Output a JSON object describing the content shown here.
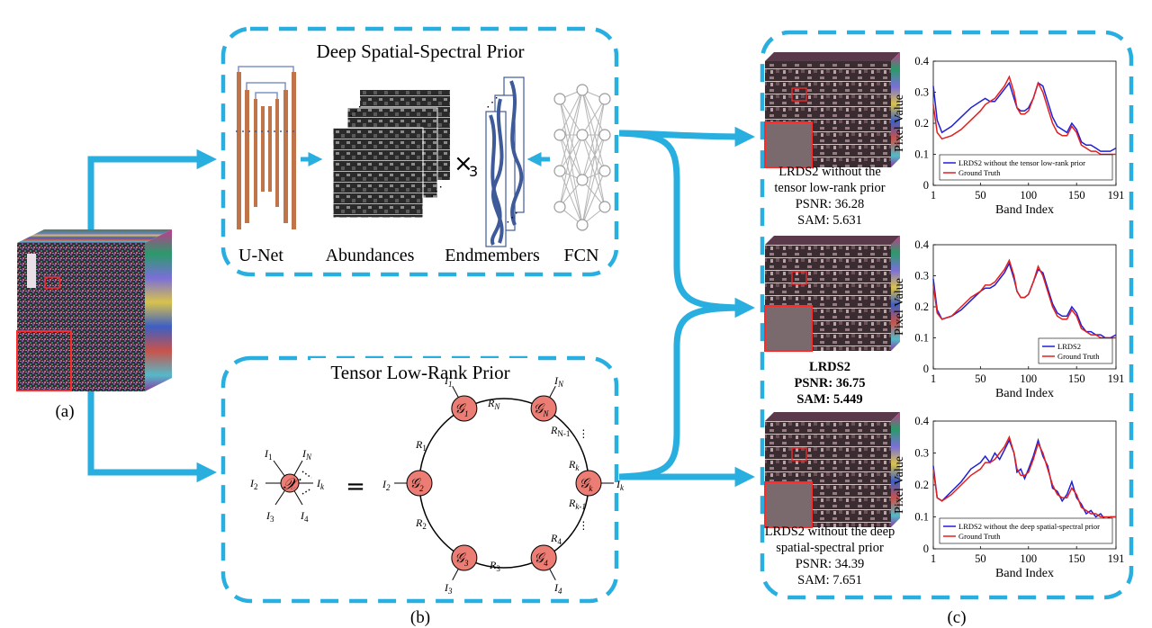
{
  "panel_labels": {
    "a": "(a)",
    "b": "(b)",
    "c": "(c)"
  },
  "top_panel": {
    "title": "Deep Spatial-Spectral Prior",
    "labels": {
      "unet": "U-Net",
      "abundances": "Abundances",
      "endmembers": "Endmembers",
      "fcn": "FCN"
    },
    "mode_product": "×",
    "mode_index": "3"
  },
  "bottom_panel": {
    "title": "Tensor Low-Rank Prior",
    "equals": "=",
    "tensor": {
      "symbol": "𝒳",
      "I1": "I",
      "I1_sub": "1",
      "IN": "I",
      "IN_sub": "N",
      "I2": "I",
      "I2_sub": "2",
      "Ik": "I",
      "Ik_sub": "k",
      "I3": "I",
      "I3_sub": "3",
      "I4": "I",
      "I4_sub": "4"
    },
    "cores": [
      {
        "name": "𝒢",
        "sub": "1",
        "index": "I",
        "index_sub": "1"
      },
      {
        "name": "𝒢",
        "sub": "N",
        "index": "I",
        "index_sub": "N"
      },
      {
        "name": "𝒢",
        "sub": "2",
        "index": "I",
        "index_sub": "2"
      },
      {
        "name": "𝒢",
        "sub": "k",
        "index": "I",
        "index_sub": "k"
      },
      {
        "name": "𝒢",
        "sub": "3",
        "index": "I",
        "index_sub": "3"
      },
      {
        "name": "𝒢",
        "sub": "4",
        "index": "I",
        "index_sub": "4"
      }
    ],
    "ranks": {
      "R1": "R",
      "R1_sub": "1",
      "RN": "R",
      "RN_sub": "N",
      "RN1": "R",
      "RN1_sub": "N-1",
      "Rk": "R",
      "Rk_sub": "k",
      "Rk1": "R",
      "Rk1_sub": "k-1",
      "R4": "R",
      "R4_sub": "4",
      "R3": "R",
      "R3_sub": "3",
      "R2": "R",
      "R2_sub": "2"
    }
  },
  "results": [
    {
      "caption": [
        "LRDS2 without the",
        "tensor low-rank prior",
        "PSNR: 36.28",
        "SAM: 5.631"
      ],
      "bold": false,
      "legend": [
        "LRDS2 without the tensor low-rank prior",
        "Ground Truth"
      ]
    },
    {
      "caption": [
        "LRDS2",
        "PSNR: 36.75",
        "SAM: 5.449"
      ],
      "bold": true,
      "legend": [
        "LRDS2",
        "Ground Truth"
      ]
    },
    {
      "caption": [
        "LRDS2 without the deep",
        "spatial-spectral prior",
        "PSNR: 34.39",
        "SAM: 7.651"
      ],
      "bold": false,
      "legend": [
        "LRDS2 without the deep spatial-spectral prior",
        "Ground Truth"
      ]
    }
  ],
  "chart_data": [
    {
      "type": "line",
      "xlabel": "Band Index",
      "ylabel": "Pixel Value",
      "xlim": [
        1,
        191
      ],
      "ylim": [
        0,
        0.4
      ],
      "xticks": [
        "1",
        "50",
        "100",
        "150",
        "191"
      ],
      "yticks": [
        "0",
        "0.1",
        "0.2",
        "0.3",
        "0.4"
      ],
      "legend_position": "bottom-right",
      "x": [
        1,
        5,
        10,
        20,
        30,
        40,
        50,
        55,
        60,
        65,
        70,
        75,
        80,
        85,
        88,
        92,
        96,
        100,
        105,
        110,
        115,
        120,
        125,
        130,
        135,
        140,
        145,
        150,
        155,
        160,
        165,
        170,
        175,
        180,
        185,
        191
      ],
      "series": [
        {
          "name": "LRDS2 without the tensor low-rank prior",
          "color": "#1f1fd6",
          "values": [
            0.32,
            0.21,
            0.17,
            0.19,
            0.22,
            0.25,
            0.27,
            0.28,
            0.27,
            0.27,
            0.29,
            0.31,
            0.33,
            0.28,
            0.25,
            0.24,
            0.24,
            0.25,
            0.28,
            0.33,
            0.32,
            0.27,
            0.22,
            0.19,
            0.18,
            0.17,
            0.2,
            0.18,
            0.14,
            0.13,
            0.13,
            0.12,
            0.11,
            0.11,
            0.11,
            0.12
          ]
        },
        {
          "name": "Ground Truth",
          "color": "#e21f1f",
          "values": [
            0.26,
            0.17,
            0.15,
            0.16,
            0.18,
            0.21,
            0.24,
            0.26,
            0.27,
            0.28,
            0.3,
            0.32,
            0.35,
            0.3,
            0.25,
            0.23,
            0.23,
            0.24,
            0.28,
            0.33,
            0.3,
            0.25,
            0.2,
            0.17,
            0.16,
            0.16,
            0.19,
            0.17,
            0.13,
            0.12,
            0.11,
            0.11,
            0.1,
            0.1,
            0.1,
            0.1
          ]
        }
      ]
    },
    {
      "type": "line",
      "xlabel": "Band Index",
      "ylabel": "Pixel Value",
      "xlim": [
        1,
        191
      ],
      "ylim": [
        0,
        0.4
      ],
      "xticks": [
        "1",
        "50",
        "100",
        "150",
        "191"
      ],
      "yticks": [
        "0",
        "0.1",
        "0.2",
        "0.3",
        "0.4"
      ],
      "legend_position": "bottom-right",
      "x": [
        1,
        5,
        10,
        20,
        30,
        40,
        50,
        55,
        60,
        65,
        70,
        75,
        80,
        85,
        88,
        92,
        96,
        100,
        105,
        110,
        115,
        120,
        125,
        130,
        135,
        140,
        145,
        150,
        155,
        160,
        165,
        170,
        175,
        180,
        185,
        191
      ],
      "series": [
        {
          "name": "LRDS2",
          "color": "#1f1fd6",
          "values": [
            0.29,
            0.19,
            0.16,
            0.17,
            0.19,
            0.22,
            0.25,
            0.26,
            0.26,
            0.27,
            0.29,
            0.31,
            0.34,
            0.29,
            0.25,
            0.23,
            0.23,
            0.24,
            0.28,
            0.32,
            0.31,
            0.26,
            0.21,
            0.18,
            0.17,
            0.17,
            0.2,
            0.18,
            0.14,
            0.12,
            0.12,
            0.11,
            0.11,
            0.1,
            0.1,
            0.11
          ]
        },
        {
          "name": "Ground Truth",
          "color": "#e21f1f",
          "values": [
            0.27,
            0.18,
            0.16,
            0.17,
            0.2,
            0.23,
            0.25,
            0.27,
            0.27,
            0.28,
            0.3,
            0.32,
            0.35,
            0.3,
            0.25,
            0.23,
            0.23,
            0.24,
            0.28,
            0.33,
            0.3,
            0.25,
            0.2,
            0.17,
            0.16,
            0.16,
            0.19,
            0.17,
            0.13,
            0.12,
            0.11,
            0.11,
            0.1,
            0.1,
            0.1,
            0.1
          ]
        }
      ]
    },
    {
      "type": "line",
      "xlabel": "Band Index",
      "ylabel": "Pixel Value",
      "xlim": [
        1,
        191
      ],
      "ylim": [
        0,
        0.4
      ],
      "xticks": [
        "1",
        "50",
        "100",
        "150",
        "191"
      ],
      "yticks": [
        "0",
        "0.1",
        "0.2",
        "0.3",
        "0.4"
      ],
      "legend_position": "bottom-right",
      "x": [
        1,
        5,
        10,
        20,
        30,
        40,
        50,
        55,
        60,
        65,
        70,
        75,
        80,
        85,
        88,
        92,
        96,
        100,
        105,
        110,
        115,
        120,
        125,
        130,
        135,
        140,
        145,
        150,
        155,
        160,
        165,
        170,
        175,
        180,
        185,
        191
      ],
      "series": [
        {
          "name": "LRDS2 without the deep spatial-spectral prior",
          "color": "#1f1fd6",
          "values": [
            0.26,
            0.16,
            0.15,
            0.18,
            0.21,
            0.25,
            0.27,
            0.29,
            0.27,
            0.3,
            0.28,
            0.31,
            0.34,
            0.3,
            0.24,
            0.25,
            0.22,
            0.25,
            0.29,
            0.34,
            0.29,
            0.26,
            0.19,
            0.18,
            0.15,
            0.17,
            0.21,
            0.16,
            0.14,
            0.11,
            0.12,
            0.1,
            0.11,
            0.09,
            0.1,
            0.1
          ]
        },
        {
          "name": "Ground Truth",
          "color": "#e21f1f",
          "values": [
            0.25,
            0.16,
            0.15,
            0.17,
            0.2,
            0.23,
            0.25,
            0.27,
            0.27,
            0.28,
            0.3,
            0.32,
            0.35,
            0.3,
            0.25,
            0.23,
            0.23,
            0.24,
            0.28,
            0.33,
            0.3,
            0.25,
            0.2,
            0.17,
            0.16,
            0.16,
            0.19,
            0.17,
            0.13,
            0.12,
            0.11,
            0.11,
            0.1,
            0.1,
            0.1,
            0.1
          ]
        }
      ]
    }
  ],
  "colors": {
    "accent": "#29aee0",
    "core_fill": "#ec7d74",
    "unet_bar": "#c0744a",
    "endmember_curve": "#3f5a99"
  }
}
